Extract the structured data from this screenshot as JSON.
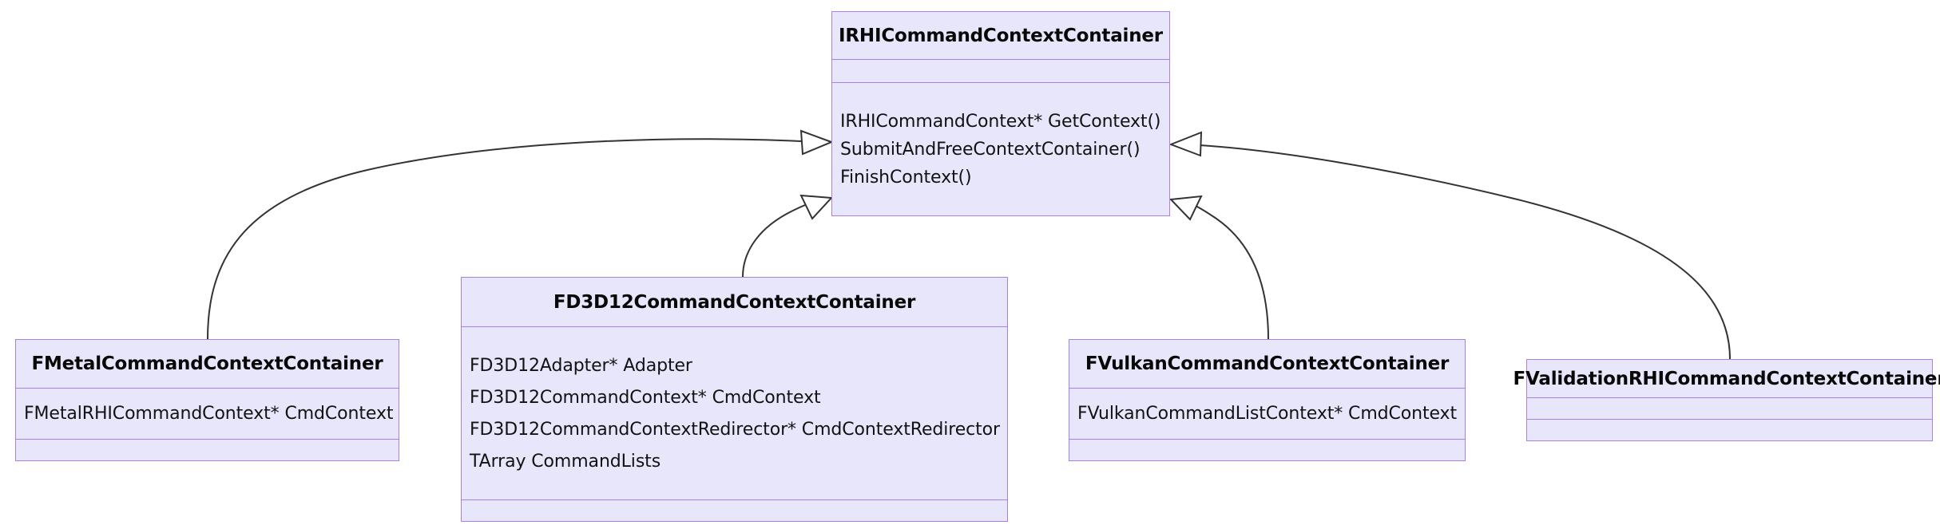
{
  "diagram": {
    "type": "uml-class-diagram",
    "relationship": "generalization",
    "colors": {
      "class_fill": "#e8e6fb",
      "class_border": "#a780e8",
      "text": "#121212",
      "connector": "#333333",
      "background": "#ffffff"
    },
    "classes": [
      {
        "id": "irhi",
        "name": "IRHICommandContextContainer",
        "attributes": [],
        "operations": [
          "IRHICommandContext* GetContext()",
          "SubmitAndFreeContextContainer()",
          "FinishContext()"
        ]
      },
      {
        "id": "d3d12",
        "name": "FD3D12CommandContextContainer",
        "attributes": [
          "FD3D12Adapter* Adapter",
          "FD3D12CommandContext* CmdContext",
          "FD3D12CommandContextRedirector* CmdContextRedirector",
          "TArray CommandLists"
        ],
        "operations": []
      },
      {
        "id": "metal",
        "name": "FMetalCommandContextContainer",
        "attributes": [
          "FMetalRHICommandContext* CmdContext"
        ],
        "operations": []
      },
      {
        "id": "vulkan",
        "name": "FVulkanCommandContextContainer",
        "attributes": [
          "FVulkanCommandListContext* CmdContext"
        ],
        "operations": []
      },
      {
        "id": "validation",
        "name": "FValidationRHICommandContextContainer",
        "attributes": [],
        "operations": []
      }
    ],
    "connections": [
      {
        "from": "metal",
        "to": "irhi",
        "kind": "inheritance-arrow"
      },
      {
        "from": "d3d12",
        "to": "irhi",
        "kind": "inheritance-arrow"
      },
      {
        "from": "vulkan",
        "to": "irhi",
        "kind": "inheritance-arrow"
      },
      {
        "from": "validation",
        "to": "irhi",
        "kind": "inheritance-arrow"
      }
    ]
  }
}
